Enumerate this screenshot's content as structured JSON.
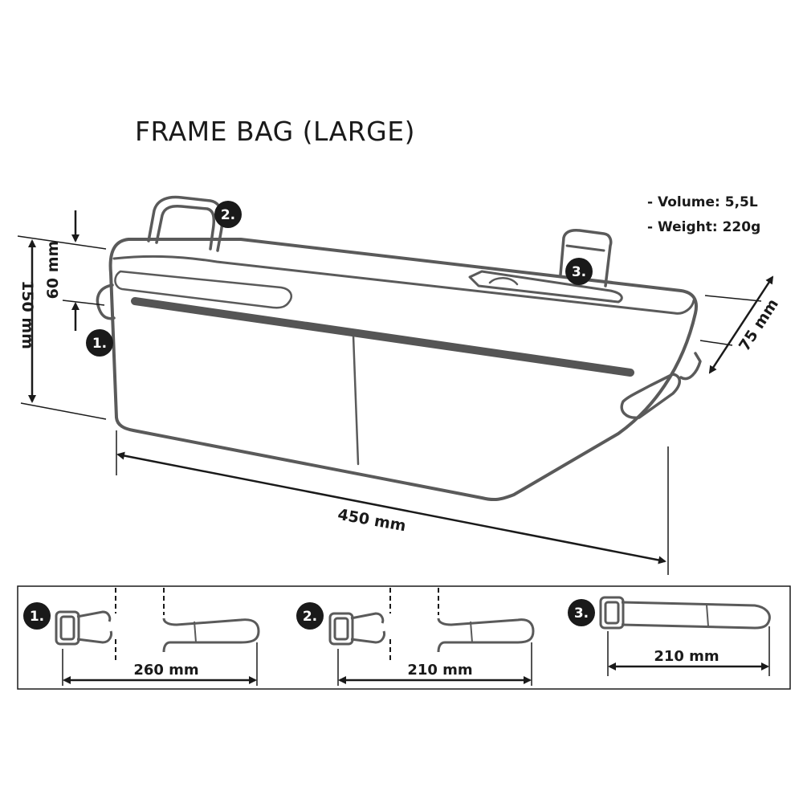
{
  "title": "FRAME BAG (LARGE)",
  "specs": {
    "volume": "- Volume: 5,5L",
    "weight": "- Weight: 220g"
  },
  "dimensions": {
    "height_total": "150 mm",
    "height_upper": "60 mm",
    "depth": "75 mm",
    "length": "450 mm"
  },
  "badges": {
    "one": "1.",
    "two": "2.",
    "three": "3."
  },
  "straps": [
    {
      "label": "1.",
      "length": "260 mm"
    },
    {
      "label": "2.",
      "length": "210 mm"
    },
    {
      "label": "3.",
      "length": "210 mm"
    }
  ],
  "colors": {
    "line": "#5a5a5a",
    "dark": "#1a1a1a",
    "zipper": "#555555"
  }
}
